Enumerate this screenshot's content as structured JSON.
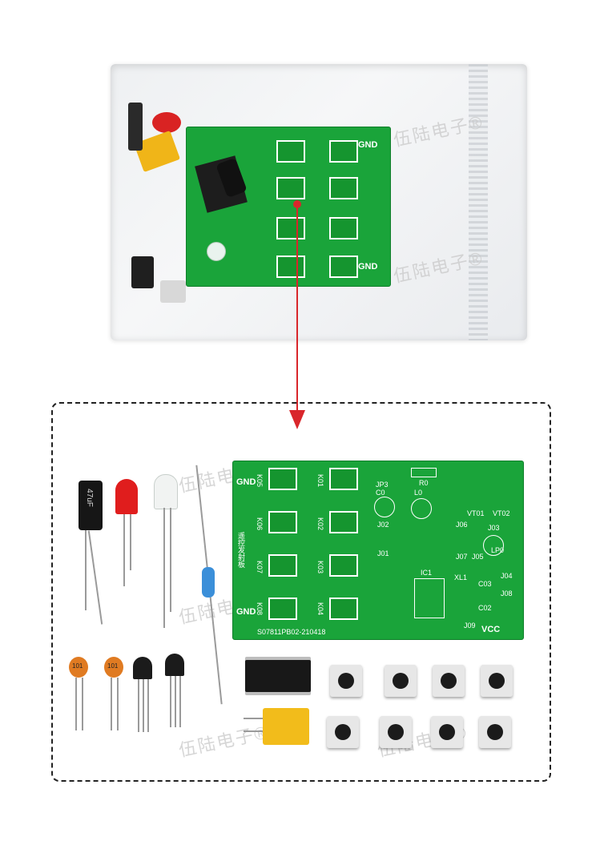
{
  "watermark": "伍陆电子®",
  "pcb": {
    "gnd_top": "GND",
    "gnd_bottom": "GND",
    "vcc": "VCC",
    "title_silk": "遥控发射板",
    "part_no": "S07811PB02-210418",
    "key_labels": [
      "K05",
      "K01",
      "K06",
      "K02",
      "K07",
      "K03",
      "K08",
      "K04"
    ],
    "jumpers": [
      "JP3",
      "R0",
      "C0",
      "L0",
      "VT01",
      "VT02",
      "J02",
      "J06",
      "J03",
      "J01",
      "J07",
      "J05",
      "LP0",
      "J04",
      "XL1",
      "C03",
      "C02",
      "J08",
      "IC1",
      "J09"
    ]
  },
  "parts": {
    "capacitor_label": "47uF",
    "ceramic_cap_label": "101"
  },
  "colors": {
    "pcb_green": "#1aa43a",
    "arrow_red": "#d9262b"
  }
}
